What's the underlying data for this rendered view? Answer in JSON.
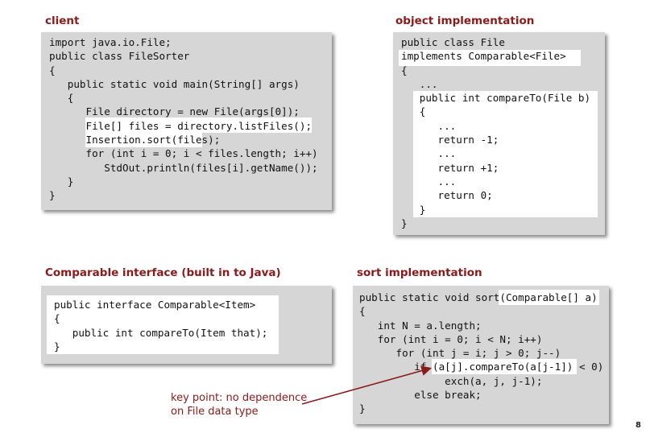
{
  "client": {
    "title": "client",
    "lines": [
      "import java.io.File;",
      "public class FileSorter",
      "{",
      "   public static void main(String[] args)",
      "   {",
      "      File directory = new File(args[0]);",
      "      File[] files = directory.listFiles();",
      "      Insertion.sort(files);",
      "      for (int i = 0; i < files.length; i++)",
      "         StdOut.println(files[i].getName());",
      "   }",
      "}"
    ]
  },
  "object_impl": {
    "title": "object implementation",
    "lines": [
      "public class File",
      "implements Comparable<File>",
      "{",
      "   ...",
      "   public int compareTo(File b)",
      "   {",
      "      ...",
      "      return -1;",
      "      ...",
      "      return +1;",
      "      ...",
      "      return 0;",
      "   }",
      "}"
    ]
  },
  "comparable": {
    "title": "Comparable interface (built in to Java)",
    "lines": [
      "public interface Comparable<Item>",
      "{",
      "   public int compareTo(Item that);",
      "}"
    ]
  },
  "sort_impl": {
    "title": "sort implementation",
    "lines": [
      "public static void sort(Comparable[] a)",
      "{",
      "   int N = a.length;",
      "   for (int i = 0; i < N; i++)",
      "      for (int j = i; j > 0; j--)",
      "         if (a[j].compareTo(a[j-1]) < 0)",
      "              exch(a, j, j-1);",
      "         else break;",
      "}"
    ]
  },
  "key_point": {
    "line1": "key point: no dependence",
    "line2": "on File data type"
  },
  "page_number": "8",
  "colors": {
    "accent": "#8b1a1a",
    "panel": "#d6d6d6",
    "highlight": "#ffffff"
  }
}
